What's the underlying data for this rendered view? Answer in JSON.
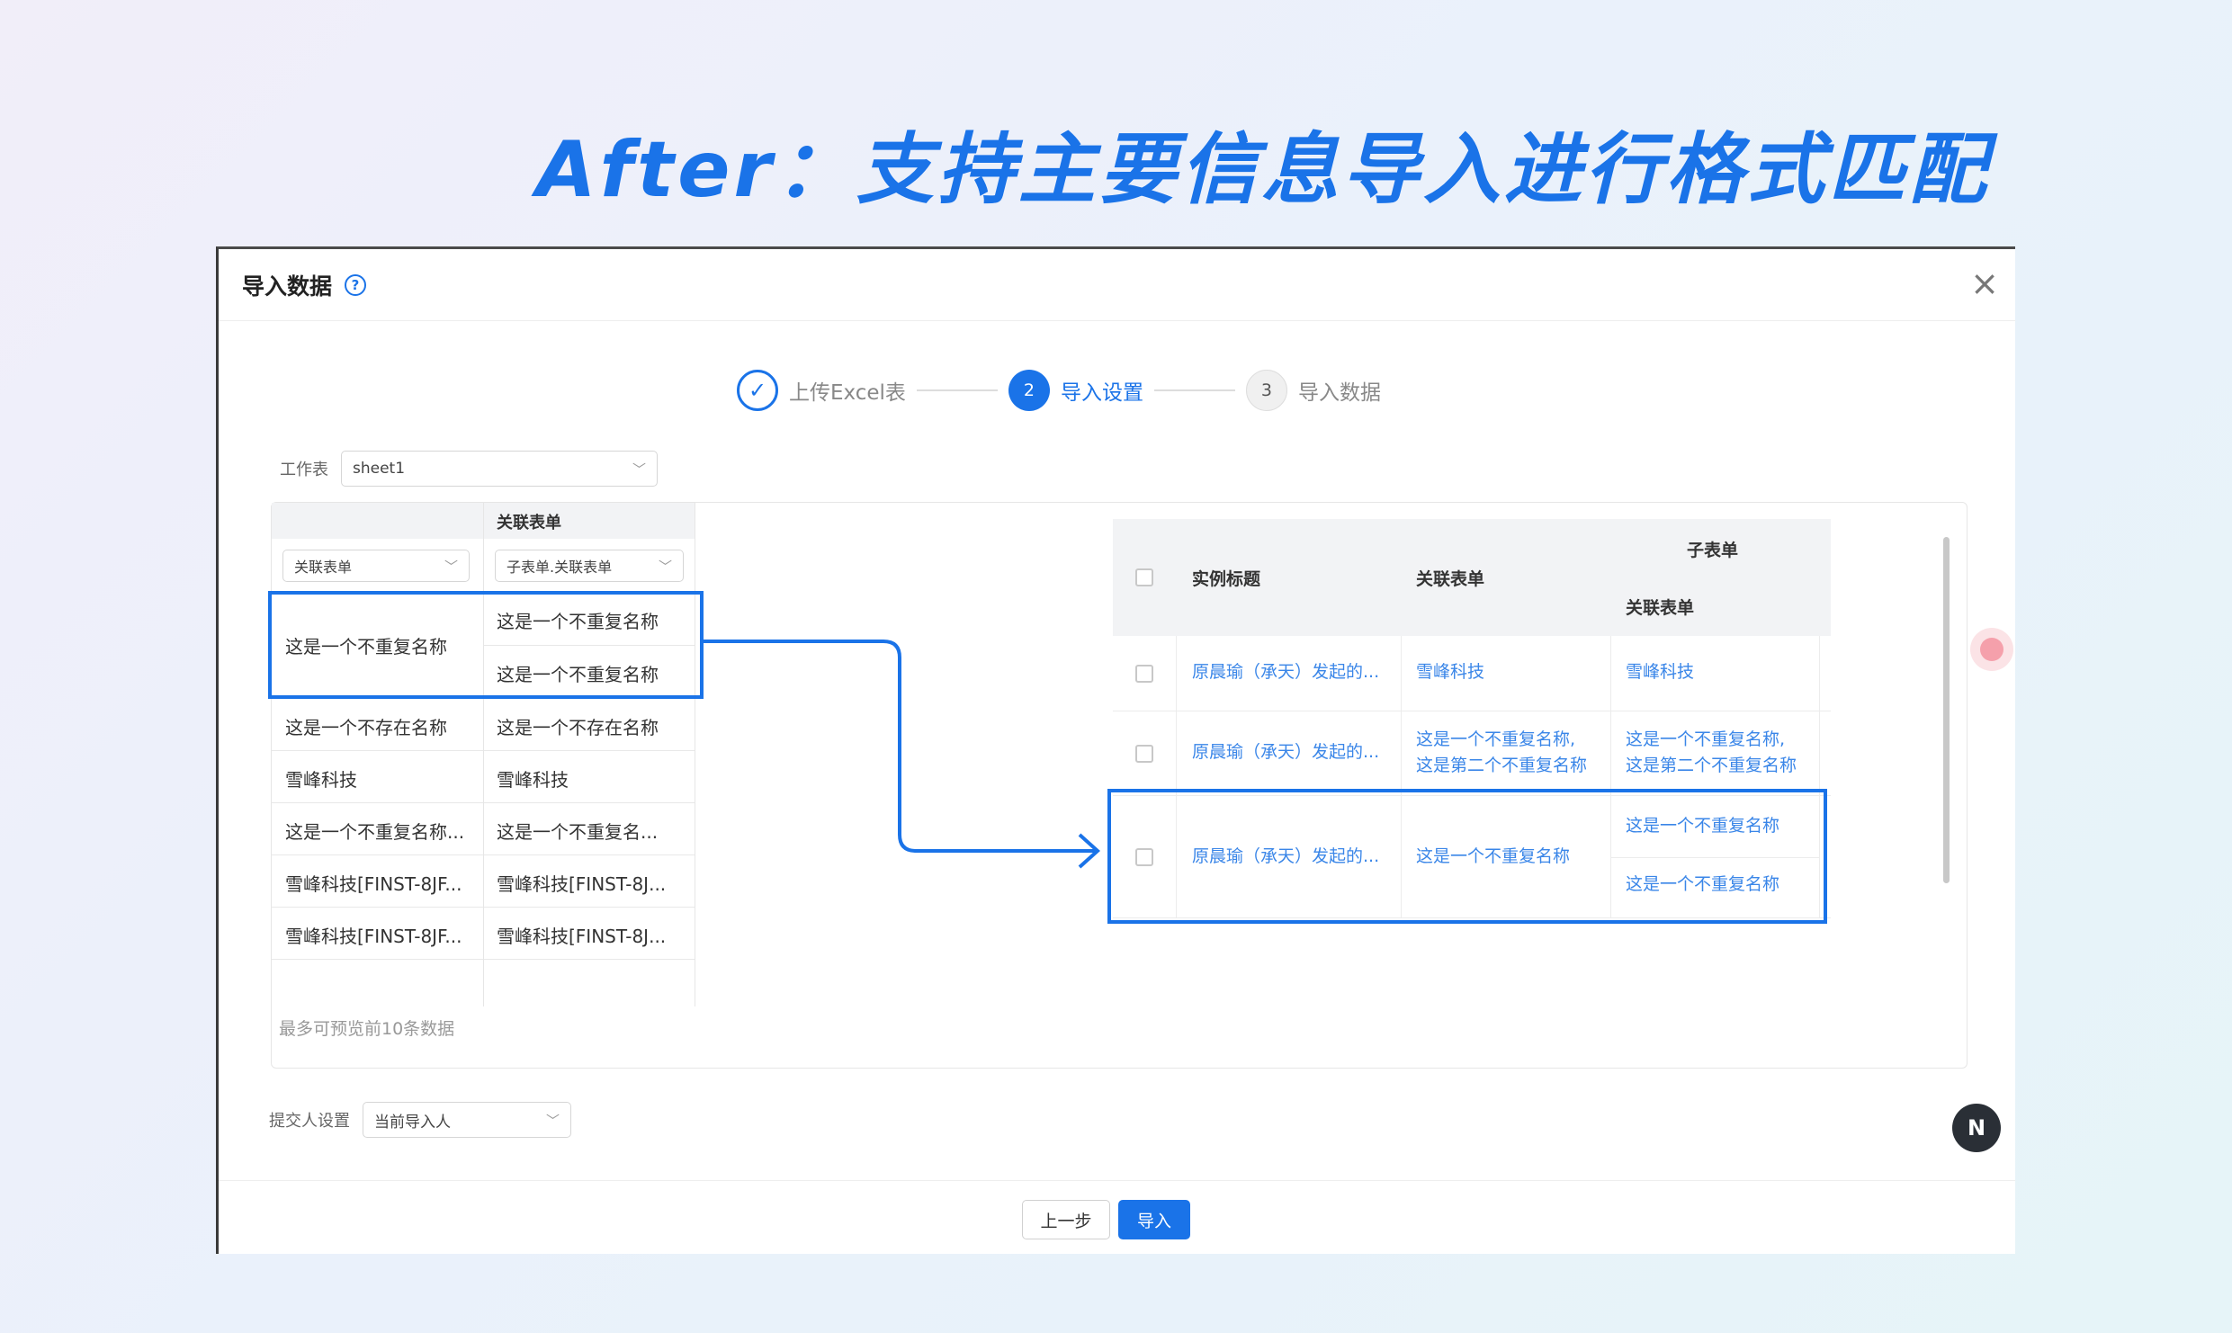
{
  "headline": "After：支持主要信息导入进行格式匹配",
  "modal": {
    "title": "导入数据",
    "help_glyph": "?",
    "close_glyph": "×"
  },
  "steps": [
    {
      "label": "上传Excel表",
      "glyph": "✓",
      "state": "done"
    },
    {
      "label": "导入设置",
      "glyph": "2",
      "state": "active"
    },
    {
      "label": "导入数据",
      "glyph": "3",
      "state": "todo"
    }
  ],
  "worksheet": {
    "label": "工作表",
    "value": "sheet1"
  },
  "source_table": {
    "header": "关联表单",
    "selects": [
      "关联表单",
      "子表单.关联表单"
    ],
    "rows": [
      {
        "c1": "这是一个不重复名称",
        "c2a": "这是一个不重复名称",
        "c2b": "这是一个不重复名称"
      },
      {
        "c1": "这是一个不存在名称",
        "c2": "这是一个不存在名称"
      },
      {
        "c1": "雪峰科技",
        "c2": "雪峰科技"
      },
      {
        "c1": "这是一个不重复名称...",
        "c2": "这是一个不重复名..."
      },
      {
        "c1": "雪峰科技[FINST-8JF...",
        "c2": "雪峰科技[FINST-8J..."
      },
      {
        "c1": "雪峰科技[FINST-8JF...",
        "c2": "雪峰科技[FINST-8J..."
      }
    ],
    "note": "最多可预览前10条数据"
  },
  "target_table": {
    "headers": {
      "title": "实例标题",
      "assoc": "关联表单",
      "sub": "子表单",
      "sub_assoc": "关联表单"
    },
    "rows": [
      {
        "title": "原晨瑜（承天）发起的...",
        "assoc": "雪峰科技",
        "sub": "雪峰科技"
      },
      {
        "title": "原晨瑜（承天）发起的...",
        "assoc_l1": "这是一个不重复名称,",
        "assoc_l2": "这是第二个不重复名称",
        "sub_l1": "这是一个不重复名称,",
        "sub_l2": "这是第二个不重复名称"
      },
      {
        "title": "原晨瑜（承天）发起的...",
        "assoc": "这是一个不重复名称",
        "sub_a": "这是一个不重复名称",
        "sub_b": "这是一个不重复名称"
      }
    ]
  },
  "submitter": {
    "label": "提交人设置",
    "value": "当前导入人"
  },
  "buttons": {
    "prev": "上一步",
    "import": "导入"
  },
  "float_dark_glyph": "N",
  "colors": {
    "accent": "#1a73e8",
    "link": "#3a86e8"
  }
}
